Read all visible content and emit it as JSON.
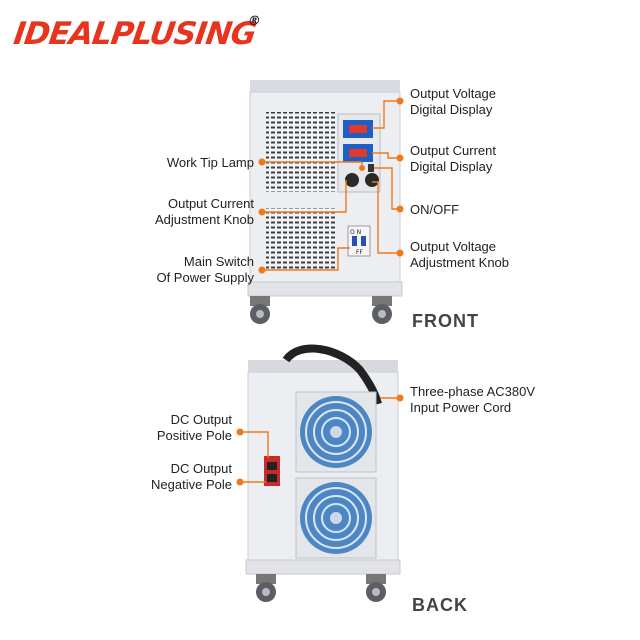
{
  "brand": {
    "name": "IDEALPLUSING",
    "reg_mark": "®"
  },
  "front": {
    "view_label": "FRONT",
    "labels": {
      "work_tip_lamp": "Work Tip Lamp",
      "current_knob": "Output Current\nAdjustment Knob",
      "main_switch": "Main Switch\nOf Power Supply",
      "voltage_display": "Output Voltage\nDigital Display",
      "current_display": "Output Current\nDigital Display",
      "on_off": "ON/OFF",
      "voltage_knob": "Output Voltage\nAdjustment Knob"
    },
    "breaker_text": {
      "top": "O N",
      "bottom": "FF"
    }
  },
  "back": {
    "view_label": "BACK",
    "labels": {
      "input_cord": "Three-phase AC380V\nInput Power Cord",
      "dc_positive": "DC Output\nPositive Pole",
      "dc_negative": "DC Output\nNegative Pole"
    }
  },
  "colors": {
    "accent": "#ef7a1a",
    "brand": "#e8331e",
    "cabinet": "#ecedf1",
    "fan": "#4c86c4"
  }
}
